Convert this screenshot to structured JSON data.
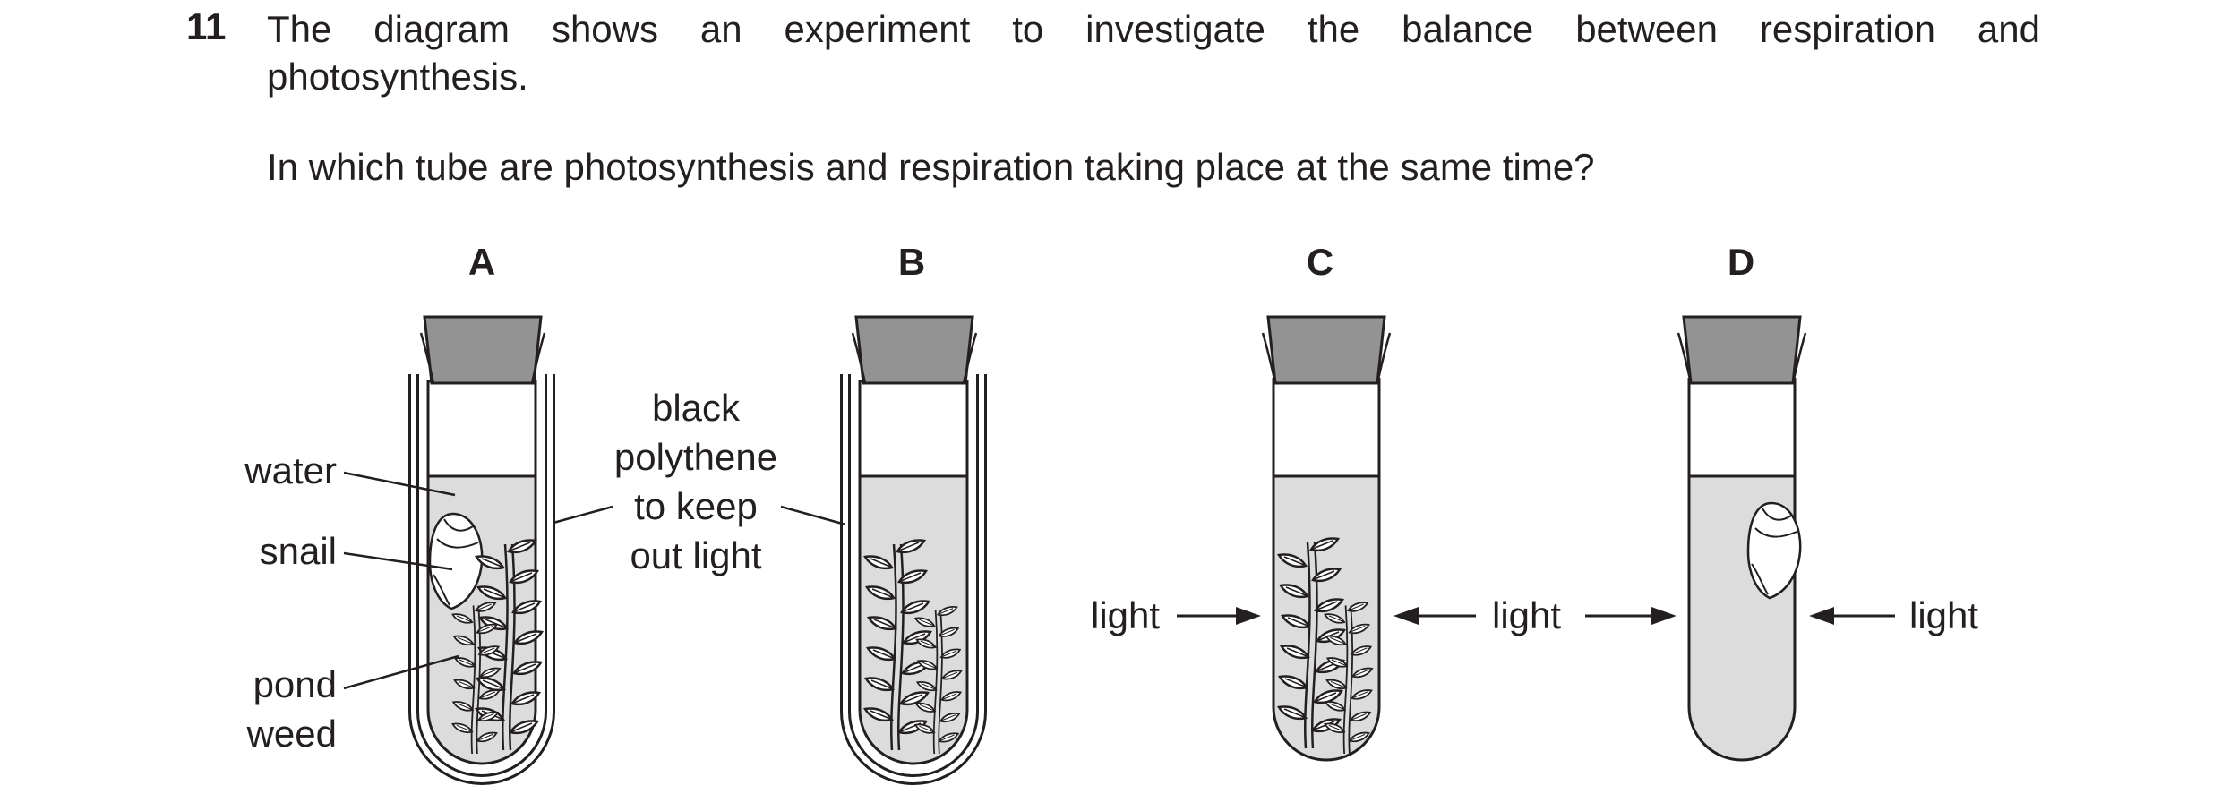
{
  "question": {
    "number": "11",
    "stem_line1": "The diagram shows an experiment to investigate the balance between respiration and",
    "stem_line2": "photosynthesis.",
    "ask": "In which tube are photosynthesis and respiration taking place at the same time?"
  },
  "tubes": [
    {
      "letter": "A",
      "black_polythene": true,
      "snail": true,
      "pond_weed": true,
      "light": false
    },
    {
      "letter": "B",
      "black_polythene": true,
      "snail": false,
      "pond_weed": true,
      "light": false
    },
    {
      "letter": "C",
      "black_polythene": false,
      "snail": false,
      "pond_weed": true,
      "light": true
    },
    {
      "letter": "D",
      "black_polythene": false,
      "snail": true,
      "pond_weed": false,
      "light": true
    }
  ],
  "labels": {
    "water": "water",
    "snail": "snail",
    "pond": "pond",
    "weed": "weed",
    "polythene_lines": [
      "black",
      "polythene",
      "to keep",
      "out light"
    ],
    "light": "light"
  },
  "colors": {
    "stopper": "#939393",
    "water": "#dcdcdd",
    "outline": "#231f20"
  }
}
